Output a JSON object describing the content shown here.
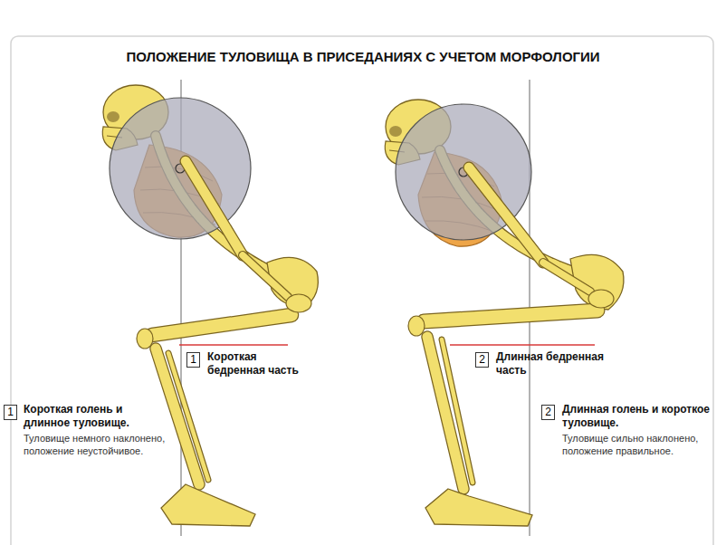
{
  "diagram": {
    "title": "ПОЛОЖЕНИЕ ТУЛОВИЩА В ПРИСЕДАНИЯХ С УЧЕТОМ МОРФОЛОГИИ",
    "nodes": [
      {
        "text": [
          "1"
        ]
      },
      {
        "text": [
          "2"
        ]
      },
      {
        "text": [
          "1"
        ]
      },
      {
        "text": [
          "2"
        ]
      }
    ],
    "labels": [
      "Короткая бедренная часть",
      "Длинная бедренная часть",
      "Короткая голень и длинное туловище.",
      "Туловище немного наклонено, положение неустойчивое.",
      "Длинная голень и короткое туловище.",
      "Туловище сильно наклонено, положение правильное."
    ]
  }
}
